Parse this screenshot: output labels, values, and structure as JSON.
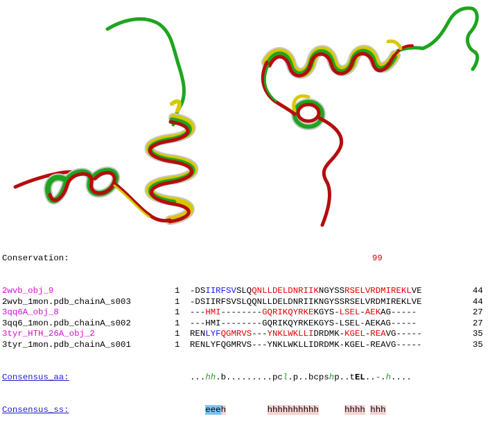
{
  "alignment": {
    "conservation_label": "Conservation:",
    "conservation_value": "99",
    "rows": [
      {
        "name": "2wvb_obj_9",
        "start": "1",
        "end": "44",
        "name_color": "#d80cd8",
        "segments": [
          [
            "-DS",
            ""
          ],
          [
            "IIRFSV",
            "blu"
          ],
          [
            "SLQ",
            ""
          ],
          [
            "QNLLDELDNRIIK",
            "red"
          ],
          [
            "NGYSS",
            ""
          ],
          [
            "RSELVRDMIREKL",
            "red"
          ],
          [
            "VE",
            ""
          ]
        ]
      },
      {
        "name": "2wvb_1mon.pdb_chainA_s003",
        "start": "1",
        "end": "44",
        "name_color": "#000000",
        "segments": [
          [
            "-DSIIRFSVSLQQNLLDELDNRIIKNGYSSRSELVRDMIREKLVE",
            ""
          ]
        ]
      },
      {
        "name": "3qq6A_obj_8",
        "start": "1",
        "end": "27",
        "name_color": "#d80cd8",
        "segments": [
          [
            "---",
            ""
          ],
          [
            "HMI",
            "red"
          ],
          [
            "--------",
            ""
          ],
          [
            "GQRIKQYRKE",
            "red"
          ],
          [
            "KGYS-",
            ""
          ],
          [
            "LSEL",
            "red"
          ],
          [
            "-",
            ""
          ],
          [
            "AEK",
            "red"
          ],
          [
            "AG-----",
            ""
          ]
        ]
      },
      {
        "name": "3qq6_1mon.pdb_chainA_s002",
        "start": "1",
        "end": "27",
        "name_color": "#000000",
        "segments": [
          [
            "---HMI--------GQRIKQYRKEKGYS-LSEL-AEKAG-----",
            ""
          ]
        ]
      },
      {
        "name": "3tyr_HTH_26A_obj_2",
        "start": "1",
        "end": "35",
        "name_color": "#d80cd8",
        "segments": [
          [
            "REN",
            ""
          ],
          [
            "LYF",
            "blu"
          ],
          [
            "QGMRVS",
            "red"
          ],
          [
            "---",
            ""
          ],
          [
            "YNKLWKLLI",
            "red"
          ],
          [
            "DRDMK-",
            ""
          ],
          [
            "KGEL",
            "red"
          ],
          [
            "-",
            ""
          ],
          [
            "REA",
            "red"
          ],
          [
            "VG-----",
            ""
          ]
        ]
      },
      {
        "name": "3tyr_1mon.pdb_chainA_s001",
        "start": "1",
        "end": "35",
        "name_color": "#000000",
        "segments": [
          [
            "RENLYFQGMRVS---YNKLWKLLIDRDMK-KGEL-REAVG-----",
            ""
          ]
        ]
      }
    ],
    "consensus_aa": {
      "label": "Consensus_aa:",
      "segments": [
        [
          "...",
          ""
        ],
        [
          "hh",
          "grn"
        ],
        [
          ".b.........pc",
          ""
        ],
        [
          "l",
          "grn"
        ],
        [
          ".p..bcps",
          ""
        ],
        [
          "h",
          "grn"
        ],
        [
          "p..",
          ""
        ],
        [
          "t",
          ""
        ],
        [
          "EL",
          "bold"
        ],
        [
          "..",
          ""
        ],
        [
          "-",
          "red"
        ],
        [
          ".",
          ""
        ],
        [
          "h",
          "grn"
        ],
        [
          "....",
          ""
        ]
      ]
    },
    "consensus_ss": {
      "label": "Consensus_ss:",
      "segments": [
        [
          "   ",
          ""
        ],
        [
          "eee",
          "hl-e"
        ],
        [
          "h",
          "hl-h"
        ],
        [
          "        ",
          ""
        ],
        [
          "hhhhhhhhhh",
          "hl-h"
        ],
        [
          "     ",
          ""
        ],
        [
          "hhhh",
          "hl-h"
        ],
        [
          " ",
          ""
        ],
        [
          "hhh",
          "hl-h"
        ]
      ]
    }
  },
  "figure": {
    "colors": {
      "red": "#b50d0d",
      "green": "#1ea51e",
      "yellow": "#d6c800",
      "gray": "#c8c8c8"
    },
    "left_model": "superposed-ribbon-left",
    "right_model": "superposed-ribbon-right"
  }
}
